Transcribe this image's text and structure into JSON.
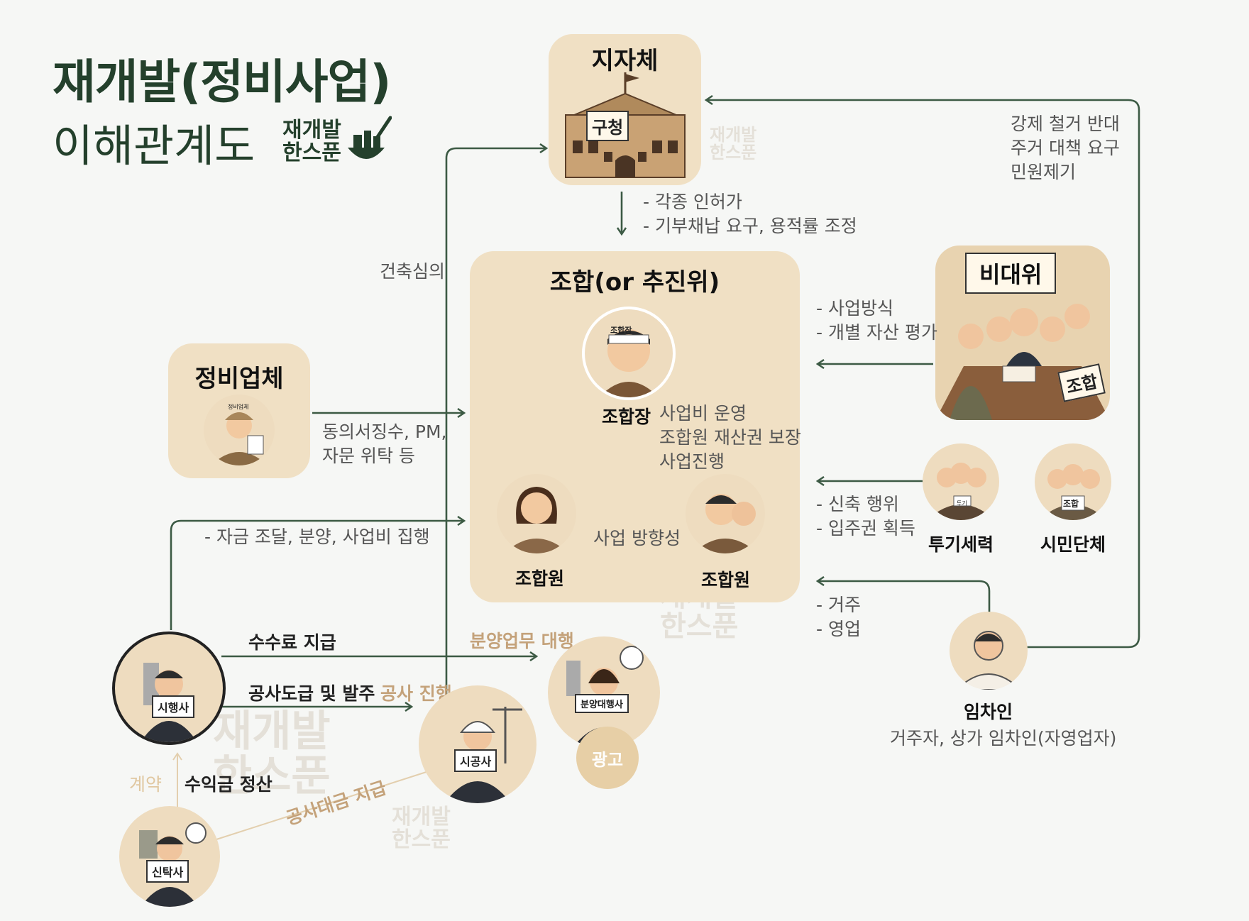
{
  "header": {
    "title_line1": "재개발(정비사업)",
    "title_line2": "이해관계도",
    "logo_line1": "재개발",
    "logo_line2": "한스푼"
  },
  "nodes": {
    "local_gov": {
      "label": "지자체",
      "sign": "구청"
    },
    "union": {
      "label": "조합(or 추진위)",
      "chief": "조합장",
      "chief_band": "조합장",
      "member_left": "조합원",
      "member_right": "조합원",
      "chief_roles": [
        "사업비 운영",
        "조합원 재산권 보장",
        "사업진행"
      ],
      "direction_label": "사업 방향성"
    },
    "contractor_firm": {
      "label": "정비업체",
      "hat": "정비업체"
    },
    "opposition": {
      "label": "비대위",
      "sign": "조합"
    },
    "speculators": {
      "label": "투기세력",
      "sign": "투기"
    },
    "civic_groups": {
      "label": "시민단체",
      "sign": "조합"
    },
    "tenant": {
      "label": "임차인",
      "subtitle": "거주자, 상가 임차인(자영업자)"
    },
    "developer": {
      "sign": "시행사"
    },
    "constructor": {
      "sign": "시공사"
    },
    "sales_agency": {
      "sign": "분양대행사",
      "ad": "광고"
    },
    "trust": {
      "sign": "신탁사"
    }
  },
  "edges": {
    "gov_to_union": [
      "- 각종 인허가",
      "- 기부채납 요구, 용적률 조정"
    ],
    "building_review": "건축심의",
    "tenant_to_gov": [
      "강제 철거 반대",
      "주거 대책 요구",
      "민원제기"
    ],
    "opposition_to_union": [
      "- 사업방식",
      "- 개별 자산 평가"
    ],
    "firm_to_union": [
      "동의서징수, PM,",
      "자문 위탁 등"
    ],
    "developer_to_union": "- 자금 조달, 분양, 사업비 집행",
    "speculators_to_union": [
      "- 신축  행위",
      "- 입주권  획득"
    ],
    "tenant_to_union": [
      "- 거주",
      "- 영업"
    ],
    "fee_payment": "수수료 지급",
    "sales_proxy": "분양업무 대행",
    "construction_order": "공사도급 및 발주",
    "construction_progress": "공사 진행",
    "contract": "계약",
    "profit_settlement": "수익금 정산",
    "construction_payment": "공사대금 지급"
  },
  "colors": {
    "title": "#24402c",
    "arrow": "#3c5a44",
    "box_fill": "#f0e0c4",
    "gold_label": "#c4a27a"
  }
}
